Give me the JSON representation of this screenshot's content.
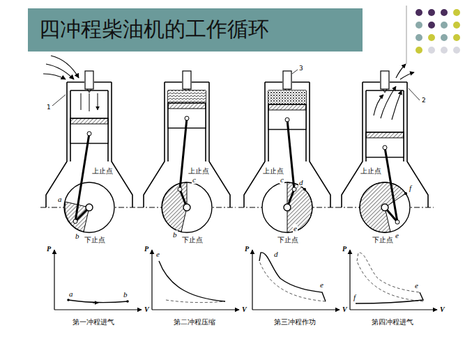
{
  "diagram": {
    "title": "四冲程柴油机的工作循环",
    "labels": [
      "1",
      "上止点",
      "a",
      "b",
      "下止点",
      "P",
      "a",
      "b",
      "V",
      "第一冲程进气",
      "上止点",
      "c",
      "b",
      "下止点",
      "P",
      "e",
      "V",
      "第二冲程压缩",
      "3",
      "上止点",
      "c",
      "d",
      "e",
      "下止点",
      "P",
      "d",
      "e",
      "V",
      "第三冲程作功",
      "2",
      "上止点",
      "f",
      "e",
      "下止点",
      "P",
      "e",
      "f",
      "V",
      "第四冲程进气"
    ]
  }
}
